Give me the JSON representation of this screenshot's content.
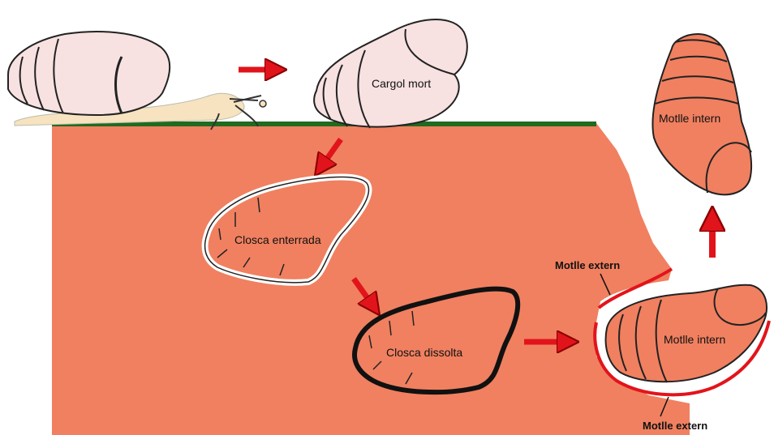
{
  "labels": {
    "dead_snail": "Cargol mort",
    "buried_shell": "Closca enterrada",
    "dissolved_shell": "Closca dissolta",
    "internal_mould": "Motlle intern",
    "external_mould": "Motlle extern"
  },
  "colors": {
    "sediment": "#F08060",
    "ground": "#1F6B1F",
    "arrow": "#E2141B",
    "shell_pink": "#F7E1E1",
    "snail_body": "#F7E3C0",
    "mould_outline": "#E2141B"
  }
}
